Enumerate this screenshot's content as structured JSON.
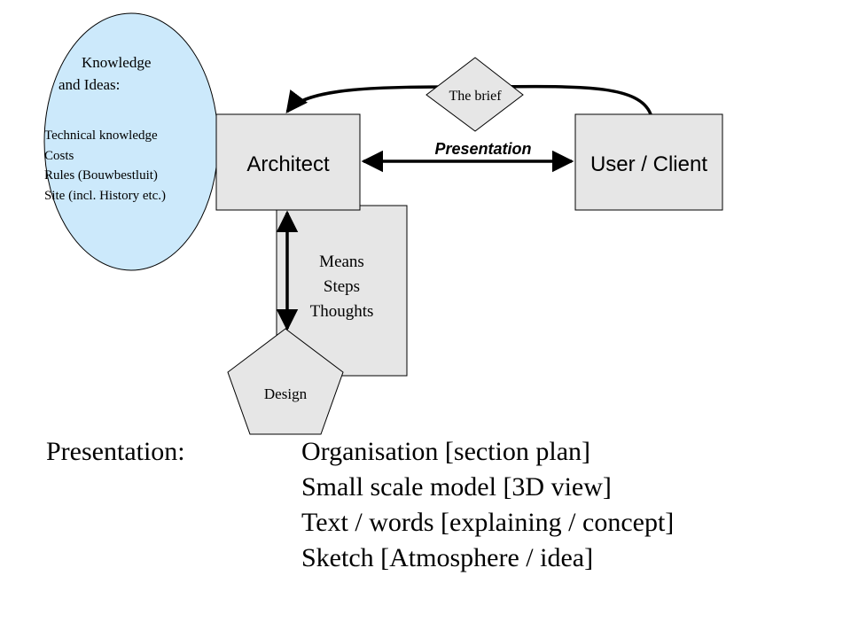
{
  "knowledge": {
    "title_line1": "Knowledge",
    "title_line2": "and Ideas:",
    "items": [
      "Technical knowledge",
      "Costs",
      "Rules (Bouwbestluit)",
      "Site (incl. History etc.)"
    ]
  },
  "nodes": {
    "architect": "Architect",
    "client": "User / Client",
    "brief": "The brief",
    "design": "Design"
  },
  "edges": {
    "presentation": "Presentation"
  },
  "means": {
    "items": [
      "Means",
      "Steps",
      "Thoughts"
    ]
  },
  "presentation_list": {
    "label": "Presentation:",
    "items": [
      "Organisation [section plan]",
      "Small scale model [3D view]",
      "Text / words [explaining / concept]",
      "Sketch [Atmosphere / idea]"
    ]
  },
  "colors": {
    "ellipse_fill": "#cce9fb",
    "box_fill": "#e6e6e6",
    "stroke": "#000000"
  }
}
